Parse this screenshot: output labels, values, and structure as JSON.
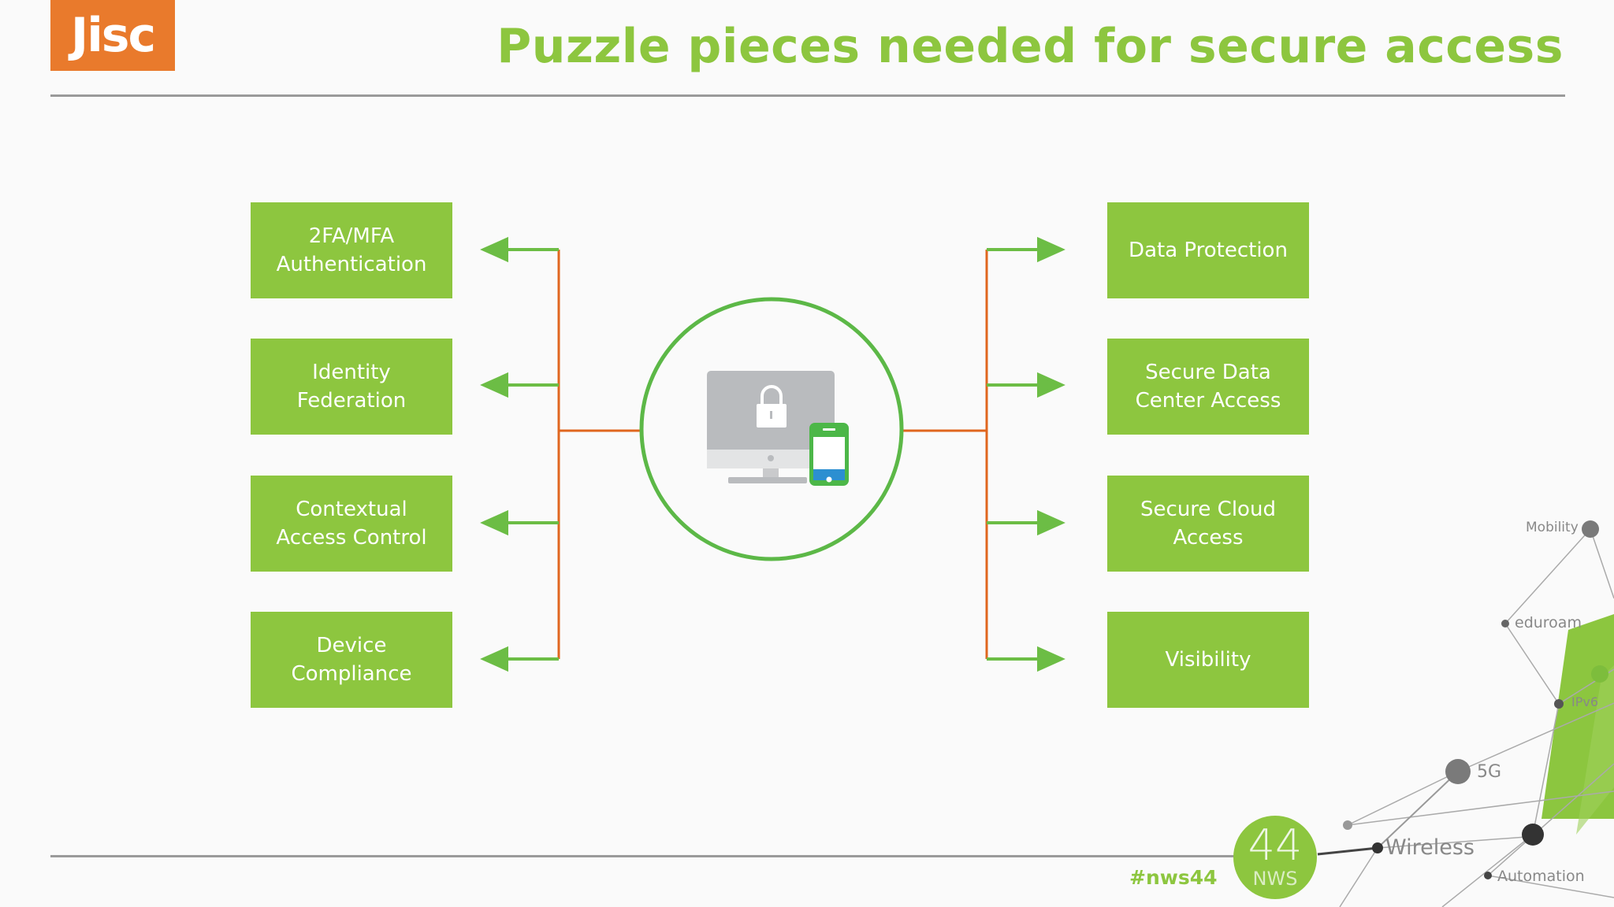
{
  "header": {
    "logo_text": "Jisc",
    "title": "Puzzle pieces needed for secure access"
  },
  "diagram": {
    "center_icon": "desktop-and-mobile-lock-icon",
    "left_boxes": [
      {
        "label": "2FA/MFA\nAuthentication"
      },
      {
        "label": "Identity\nFederation"
      },
      {
        "label": "Contextual\nAccess Control"
      },
      {
        "label": "Device\nCompliance"
      }
    ],
    "right_boxes": [
      {
        "label": "Data Protection"
      },
      {
        "label": "Secure Data\nCenter Access"
      },
      {
        "label": "Secure Cloud\nAccess"
      },
      {
        "label": "Visibility"
      }
    ],
    "colors": {
      "box": "#8dc63f",
      "connector": "#e0661f",
      "arrow": "#6cbd45",
      "circle": "#5cb847"
    }
  },
  "footer": {
    "hashtag": "#nws44",
    "badge_number": "44",
    "badge_text": "NWS",
    "network_labels": {
      "mobility": "Mobility",
      "eduroam": "eduroam",
      "ipv6": "IPv6",
      "five_g": "5G",
      "wireless": "Wireless",
      "automation": "Automation"
    }
  }
}
